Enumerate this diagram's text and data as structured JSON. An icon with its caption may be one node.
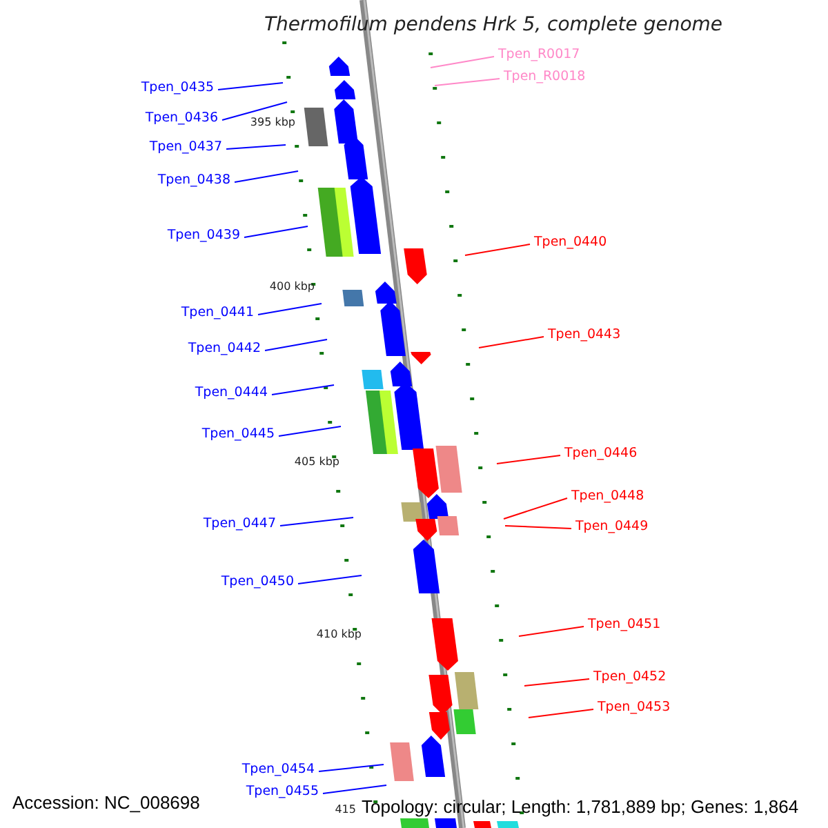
{
  "diagram": {
    "title": "Thermofilum pendens Hrk 5, complete genome",
    "nodes": [
      {
        "text": [
          "Tpen_R0017"
        ]
      },
      {
        "text": [
          "Tpen_R0018"
        ]
      },
      {
        "text": [
          "Tpen_0435"
        ]
      },
      {
        "text": [
          "Tpen_0436"
        ]
      },
      {
        "text": [
          "Tpen_0437"
        ]
      },
      {
        "text": [
          "Tpen_0438"
        ]
      },
      {
        "text": [
          "Tpen_0439"
        ]
      },
      {
        "text": [
          "Tpen_0440"
        ]
      },
      {
        "text": [
          "Tpen_0441"
        ]
      },
      {
        "text": [
          "Tpen_0443"
        ]
      },
      {
        "text": [
          "Tpen_0442"
        ]
      },
      {
        "text": [
          "Tpen_0444"
        ]
      },
      {
        "text": [
          "Tpen_0445"
        ]
      },
      {
        "text": [
          "Tpen_0446"
        ]
      },
      {
        "text": [
          "Tpen_0448"
        ]
      },
      {
        "text": [
          "Tpen_0447"
        ]
      },
      {
        "text": [
          "Tpen_0449"
        ]
      },
      {
        "text": [
          "Tpen_0450"
        ]
      },
      {
        "text": [
          "Tpen_0451"
        ]
      },
      {
        "text": [
          "Tpen_0452"
        ]
      },
      {
        "text": [
          "Tpen_0453"
        ]
      },
      {
        "text": [
          "Tpen_0454"
        ]
      },
      {
        "text": [
          "Tpen_0455"
        ]
      }
    ],
    "edges": [
      {
        "from": 0,
        "to": null,
        "arrow": "none",
        "color": "#ff88c8"
      },
      {
        "from": 1,
        "to": null,
        "arrow": "none",
        "color": "#ff88c8"
      },
      {
        "from": 2,
        "to": null,
        "arrow": "none"
      },
      {
        "from": 3,
        "to": null,
        "arrow": "none"
      },
      {
        "from": 4,
        "to": null,
        "arrow": "none"
      },
      {
        "from": 5,
        "to": null,
        "arrow": "none"
      },
      {
        "from": 6,
        "to": null,
        "arrow": "none"
      },
      {
        "from": 7,
        "to": null,
        "arrow": "none",
        "color": "#ff0000"
      },
      {
        "from": 8,
        "to": null,
        "arrow": "none"
      },
      {
        "from": 9,
        "to": null,
        "arrow": "none",
        "color": "#ff0000"
      },
      {
        "from": 10,
        "to": null,
        "arrow": "none"
      },
      {
        "from": 11,
        "to": null,
        "arrow": "none"
      },
      {
        "from": 12,
        "to": null,
        "arrow": "none"
      },
      {
        "from": 13,
        "to": null,
        "arrow": "none",
        "color": "#ff0000"
      },
      {
        "from": 14,
        "to": null,
        "arrow": "none",
        "color": "#ff0000"
      },
      {
        "from": 15,
        "to": null,
        "arrow": "none"
      },
      {
        "from": 16,
        "to": null,
        "arrow": "none",
        "color": "#ff0000"
      },
      {
        "from": 17,
        "to": null,
        "arrow": "none"
      },
      {
        "from": 18,
        "to": null,
        "arrow": "none",
        "color": "#ff0000"
      },
      {
        "from": 19,
        "to": null,
        "arrow": "none",
        "color": "#ff0000"
      },
      {
        "from": 20,
        "to": null,
        "arrow": "none",
        "color": "#ff0000"
      },
      {
        "from": 21,
        "to": null,
        "arrow": "none"
      },
      {
        "from": 22,
        "to": null,
        "arrow": "none"
      }
    ],
    "labels": [
      "395 kbp",
      "400 kbp",
      "405 kbp",
      "410 kbp",
      "415",
      "Accession: NC_008698",
      "Topology: circular; Length: 1,781,889 bp; Genes: 1,864"
    ]
  }
}
